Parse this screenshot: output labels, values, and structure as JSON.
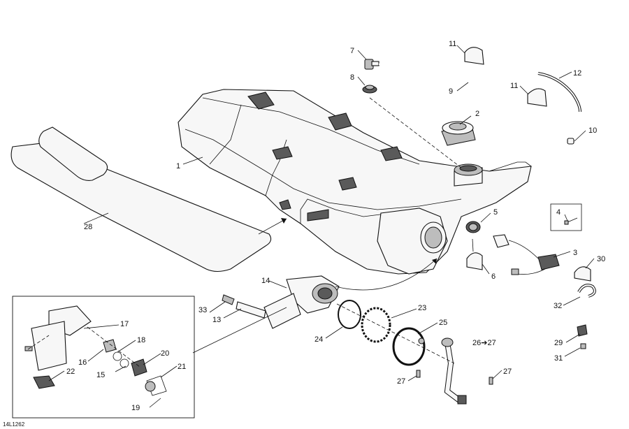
{
  "doc_id": "14L1262",
  "callouts": {
    "c1": "1",
    "c2": "2",
    "c3": "3",
    "c4": "4",
    "c5": "5",
    "c6": "6",
    "c7": "7",
    "c8": "8",
    "c9": "9",
    "c10": "10",
    "c11a": "11",
    "c11b": "11",
    "c12": "12",
    "c13": "13",
    "c14": "14",
    "c15": "15",
    "c16": "16",
    "c17": "17",
    "c18": "18",
    "c19": "19",
    "c20": "20",
    "c21": "21",
    "c22": "22",
    "c23": "23",
    "c24": "24",
    "c25": "25",
    "c26": "26➔27",
    "c27a": "27",
    "c27b": "27",
    "c28": "28",
    "c29": "29",
    "c30": "30",
    "c31": "31",
    "c32": "32",
    "c33": "33"
  }
}
